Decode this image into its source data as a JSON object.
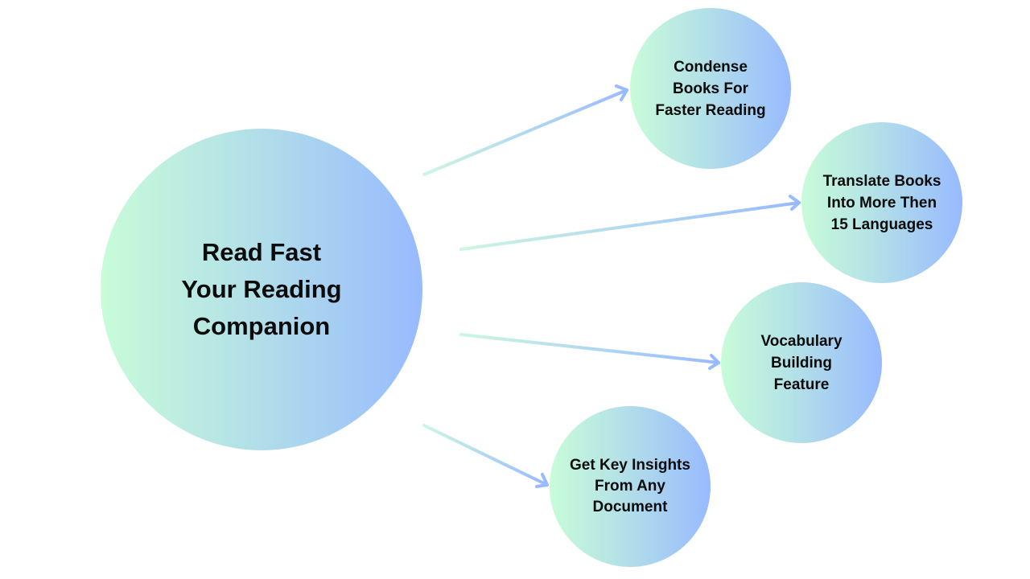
{
  "hub": {
    "lines": [
      "Read Fast",
      "Your Reading",
      "Companion"
    ]
  },
  "features": [
    {
      "lines": [
        "Condense",
        "Books For",
        "Faster Reading"
      ]
    },
    {
      "lines": [
        "Translate Books",
        "Into More Then",
        "15 Languages"
      ]
    },
    {
      "lines": [
        "Vocabulary",
        "Building",
        "Feature"
      ]
    },
    {
      "lines": [
        "Get Key Insights",
        "From Any",
        "Document"
      ]
    }
  ],
  "colors": {
    "gradient_start": "#c8fcd9",
    "gradient_mid": "#b3e1e7",
    "gradient_end": "#98baff",
    "arrow_start": "#cdf7e0",
    "arrow_end": "#98baff",
    "text": "#0b0b0b"
  }
}
